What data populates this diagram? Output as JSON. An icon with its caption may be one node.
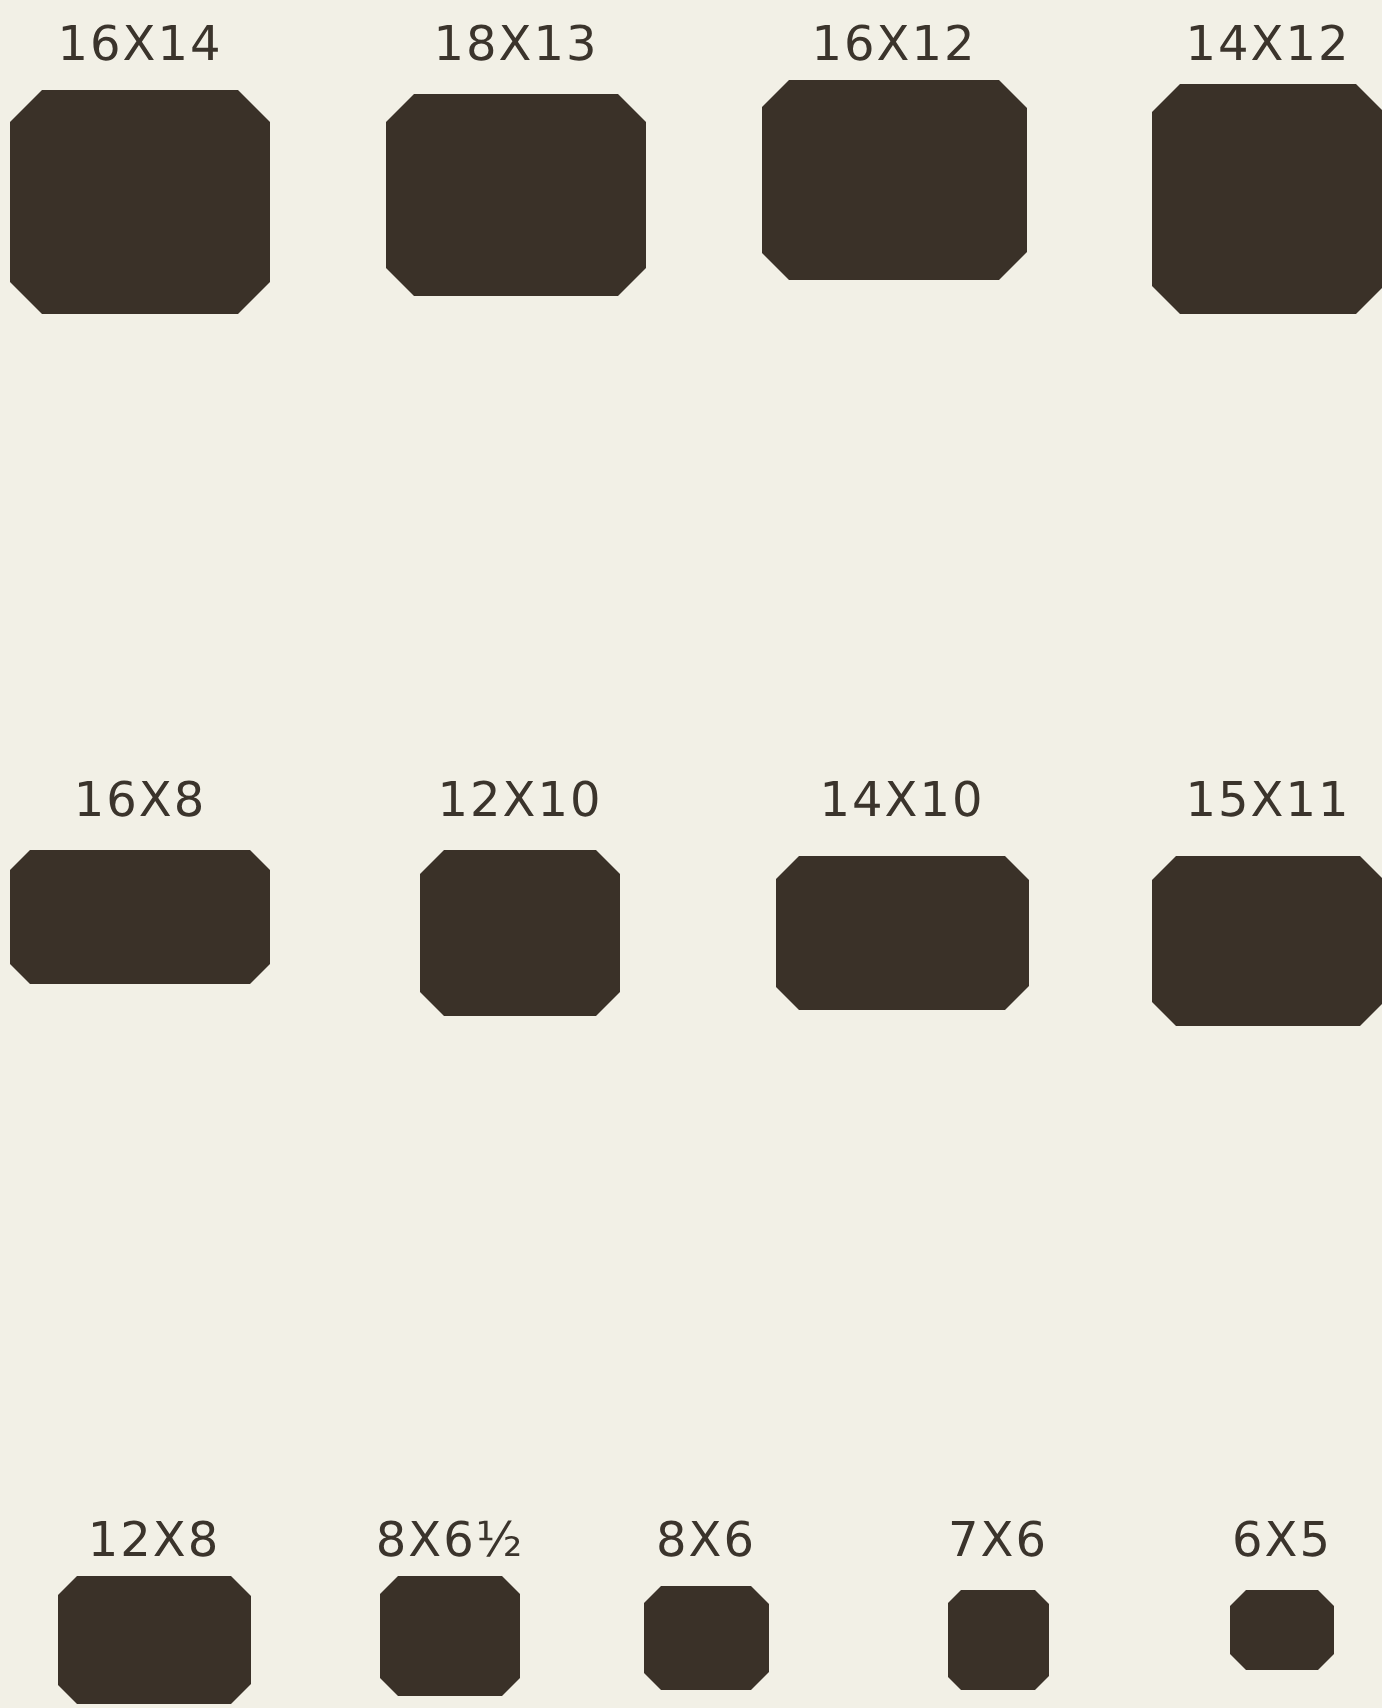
{
  "diagram": {
    "nodes": [
      {
        "text": [
          "16X14"
        ]
      },
      {
        "text": [
          "18X13"
        ]
      },
      {
        "text": [
          "16X12"
        ]
      },
      {
        "text": [
          "14X12"
        ]
      },
      {
        "text": [
          "16X8"
        ]
      },
      {
        "text": [
          "12X10"
        ]
      },
      {
        "text": [
          "14X10"
        ]
      },
      {
        "text": [
          "15X11"
        ]
      },
      {
        "text": [
          "12X8"
        ]
      },
      {
        "text": [
          "8X6½"
        ]
      },
      {
        "text": [
          "8X6"
        ]
      },
      {
        "text": [
          "7X6"
        ]
      },
      {
        "text": [
          "6X5"
        ]
      }
    ],
    "edges": []
  }
}
